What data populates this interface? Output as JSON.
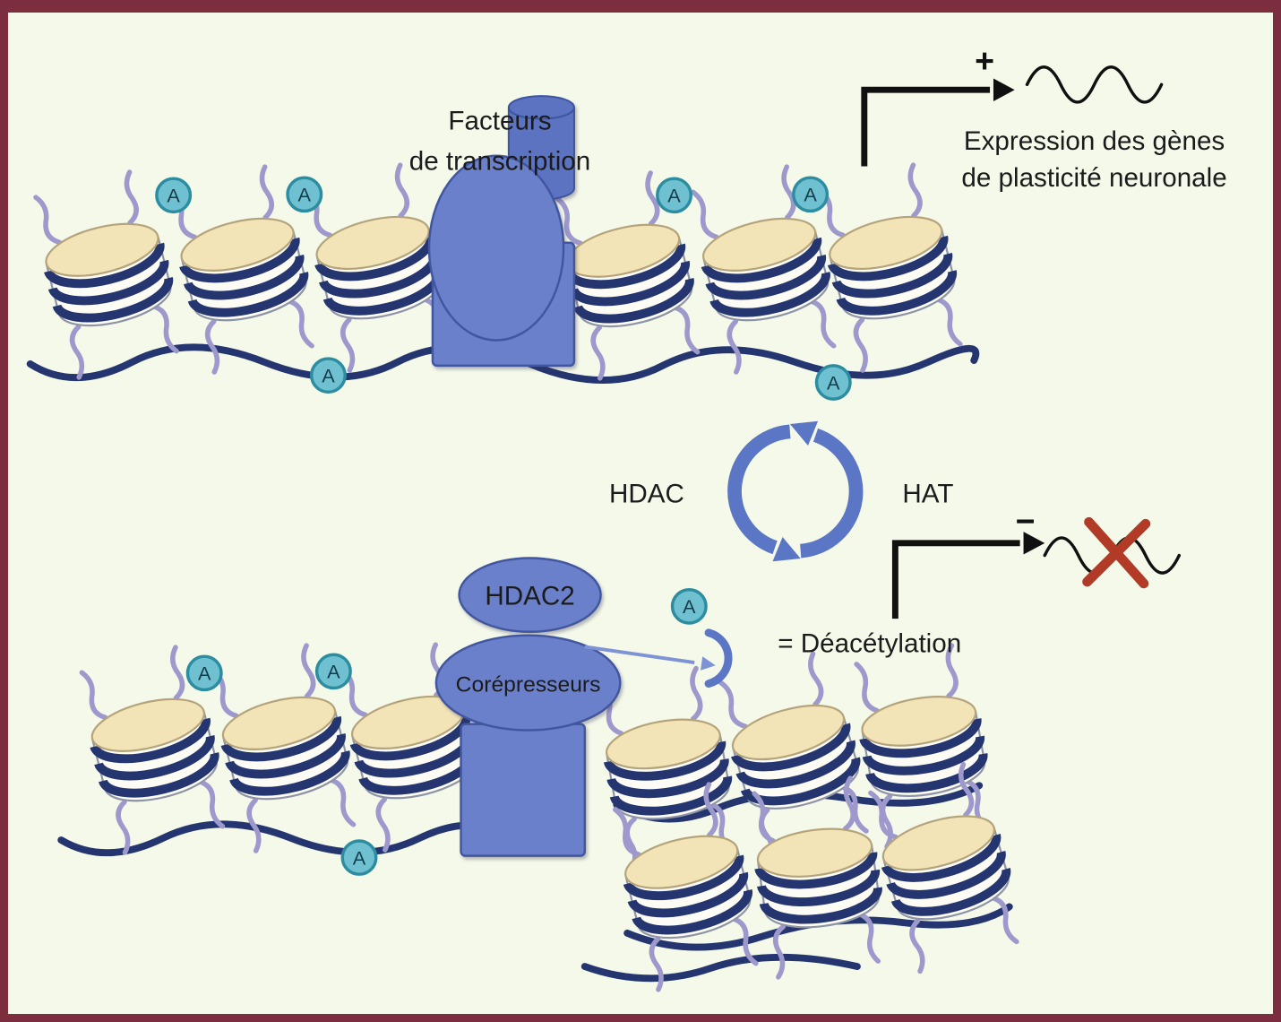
{
  "labels": {
    "transcription_factors_line1": "Facteurs",
    "transcription_factors_line2": "de transcription",
    "expression_line1": "Expression des gènes",
    "expression_line2": "de plasticité neuronale",
    "plus": "+",
    "minus": "−",
    "hdac": "HDAC",
    "hat": "HAT",
    "hdac2": "HDAC2",
    "corepressors": "Corépresseurs",
    "deacetylation": "= Déacétylation",
    "acetyl": "A"
  },
  "icons": {
    "nucleosome": "nucleosome-disk-with-dna-wraps",
    "acetyl_badge": "teal-acetyl-group-circle",
    "cycle_arrows": "hdac-hat-circular-cycle-arrows",
    "gene_squiggle": "gene-expression-wavy-line",
    "blocked_gene_squiggle": "gene-wavy-line-with-red-cross",
    "transcription_factor": "blue-transcription-factor-complex",
    "corepressor_complex": "hdac2-corepressor-blue-complex"
  },
  "colors": {
    "border_maroon": "#7c2e3e",
    "background": "#f4f9ea",
    "dna_navy": "#24356f",
    "histone_face_cream": "#f3e4b8",
    "protein_blue": "#6a80ca",
    "cycle_blue": "#5b76c5",
    "acetyl_teal": "#6fc0d0",
    "tail_purple": "#9e99cc",
    "cross_red": "#b23b28",
    "text": "#1b1b1b"
  }
}
